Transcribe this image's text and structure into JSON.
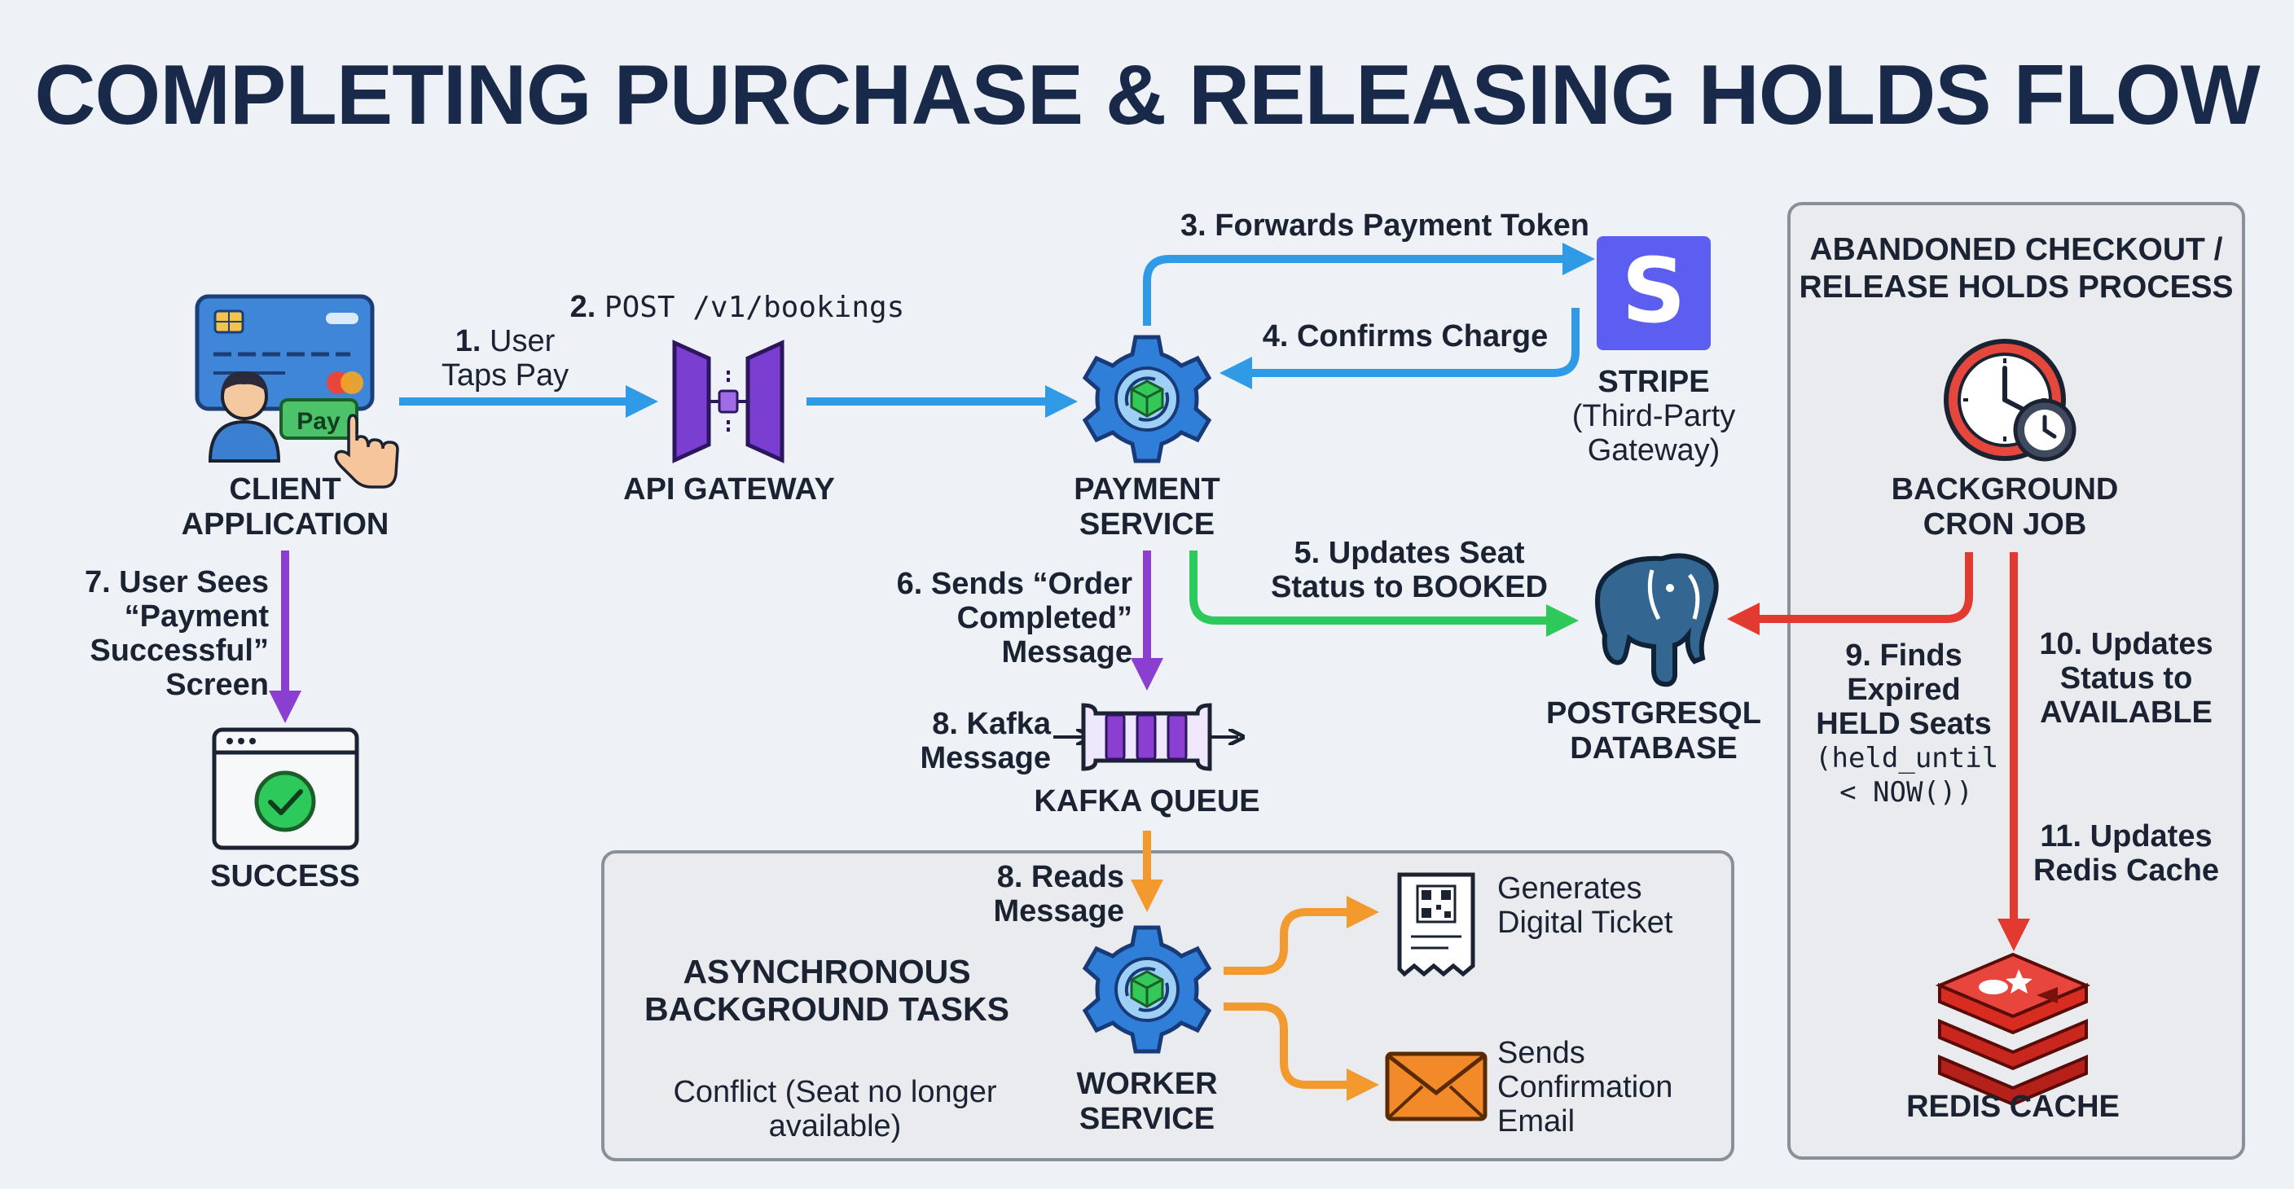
{
  "title": "COMPLETING PURCHASE & RELEASING HOLDS FLOW",
  "colors": {
    "blue": "#2f9be6",
    "green": "#2ec95b",
    "purple": "#8b3fd0",
    "orange": "#f29a2e",
    "red": "#e23a30",
    "stripe": "#5b5ef0",
    "postgres": "#336791",
    "redis": "#d82c20",
    "panel_fill": "#e9ebee",
    "panel_stroke": "#8a9098"
  },
  "nodes": {
    "client": "CLIENT APPLICATION",
    "pay_button": "Pay",
    "api_gateway": "API GATEWAY",
    "payment_service": "PAYMENT SERVICE",
    "stripe_title": "STRIPE",
    "stripe_sub": "(Third-Party Gateway)",
    "stripe_letter": "S",
    "postgres": "POSTGRESQL DATABASE",
    "kafka": "KAFKA QUEUE",
    "worker": "WORKER SERVICE",
    "success": "SUCCESS",
    "cron": "BACKGROUND CRON JOB",
    "redis": "REDIS CACHE",
    "ticket": "Generates Digital Ticket",
    "email": "Sends Confirmation Email"
  },
  "sections": {
    "async": "ASYNCHRONOUS BACKGROUND TASKS",
    "abandoned": "ABANDONED CHECKOUT / RELEASE HOLDS PROCESS"
  },
  "steps": {
    "s1_num": "1.",
    "s1_text": "User Taps Pay",
    "s2_num": "2.",
    "s2_text": "POST /v1/bookings",
    "s3": "3. Forwards Payment Token",
    "s4": "4. Confirms Charge",
    "s5_a": "5. Updates Seat",
    "s5_b": "Status to BOOKED",
    "s6": "6. Sends “Order Completed” Message",
    "s7": "7. User Sees “Payment Successful” Screen",
    "s8a": "8. Kafka Message",
    "s8b": "8. Reads Message",
    "s9_text": "9. Finds Expired HELD Seats",
    "s9_code": "(held_until < NOW())",
    "s10": "10. Updates Status to AVAILABLE",
    "s11": "11. Updates Redis Cache"
  },
  "conflict": "Conflict (Seat no longer available)"
}
